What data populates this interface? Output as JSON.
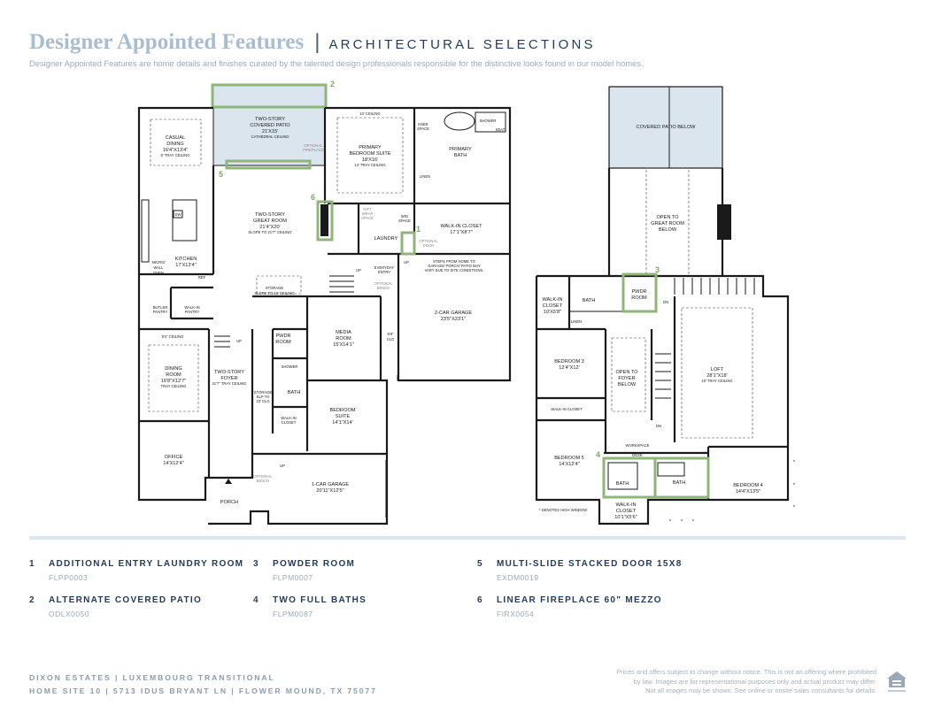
{
  "header": {
    "title": "Designer Appointed Features",
    "separator": "|",
    "subtitle": "ARCHITECTURAL SELECTIONS",
    "tagline": "Designer Appointed Features are home details and finishes curated by the talented design professionals responsible for the distinctive looks found in our model homes."
  },
  "colors": {
    "highlight": "#8fb57a",
    "patio_fill": "#dbe5ee",
    "wall": "#1a1a1a",
    "navy": "#1f3a5a"
  },
  "plan_labels": {
    "patio": [
      "TWO-STORY",
      "COVERED PATIO",
      "21'X15'",
      "CATHEDRAL CEILING"
    ],
    "optional_fireplace": [
      "OPTIONAL",
      "FIREPLACE"
    ],
    "casual_dining": [
      "CASUAL",
      "DINING",
      "16'4\"X13'4\"",
      "9' TRAY CEILING"
    ],
    "ceiling_13": "13' CEILING",
    "primary_suite": [
      "PRIMARY",
      "BEDROOM SUITE",
      "18'X16'",
      "14' TRAY CEILING"
    ],
    "knee_space": [
      "KNEE",
      "SPACE"
    ],
    "shower": "SHOWER",
    "seat": "SEAT",
    "primary_bath": [
      "PRIMARY",
      "BATH"
    ],
    "linen": "LINEN",
    "great_room": [
      "TWO-STORY",
      "GREAT ROOM",
      "21'4\"X20'",
      "SLOPE TO 21'7\" CEILING"
    ],
    "dw": "DW",
    "gift_wrap": [
      "GIFT",
      "WRAP",
      "SPACE"
    ],
    "wd_space": [
      "W/D",
      "SPACE"
    ],
    "walk_in_closet": [
      "WALK-IN CLOSET",
      "17'1\"X8'7\""
    ],
    "laundry": "LAUNDRY",
    "optional_door": [
      "OPTIONAL",
      "DOOR"
    ],
    "kitchen": [
      "KITCHEN",
      "17'X13'4\""
    ],
    "micro": [
      "MICRO/",
      "WALL",
      "OVEN"
    ],
    "ref": "REF",
    "storage_top": [
      "STORAGE",
      "SLOPE TO 10' CEILING"
    ],
    "up": "UP",
    "everyday": [
      "EVERYDAY",
      "ENTRY"
    ],
    "optional_bench": [
      "OPTIONAL",
      "BENCH"
    ],
    "steps_note": [
      "STEPS FROM HOME TO",
      "GARAGE/ PORCH/ PATIO MAY",
      "VARY DUE TO SITE CONDITIONS."
    ],
    "butler": [
      "BUTLER",
      "PANTRY"
    ],
    "walk_in_pantry": [
      "WALK-IN",
      "PANTRY"
    ],
    "garage2": [
      "2-CAR GARAGE",
      "23'5\"X23'1\""
    ],
    "ceiling_94": "9'4\" CEILING",
    "pwdr": [
      "PWDR",
      "ROOM"
    ],
    "media": [
      "MEDIA",
      "ROOM",
      "15'X14'1\""
    ],
    "clg_88": [
      "8'8\"",
      "CLG"
    ],
    "dining": [
      "DINING",
      "ROOM",
      "16'8\"X12'7\"",
      "TRAY CEILING"
    ],
    "foyer": [
      "TWO-STORY",
      "FOYER",
      "21'7\" TRAY CEILING"
    ],
    "storage_mid": [
      "STORAGE",
      "SLP TO",
      "10' CLG"
    ],
    "bath": "BATH",
    "walk_in_closet_small": [
      "WALK-IN",
      "CLOSET"
    ],
    "bedroom_suite": [
      "BEDROOM",
      "SUITE",
      "14'1\"X14'"
    ],
    "office": [
      "OFFICE",
      "14'X12'4\""
    ],
    "bench_small": [
      "OPTIONAL",
      "BENCH"
    ],
    "garage1": [
      "1-CAR GARAGE",
      "20'11\"X12'5\""
    ],
    "porch": "PORCH",
    "covered_patio_below": "COVERED PATIO BELOW",
    "open_great": [
      "OPEN TO",
      "GREAT ROOM",
      "BELOW"
    ],
    "walk_in_closet2": [
      "WALK-IN",
      "CLOSET",
      "10'X5'8\""
    ],
    "pwdr2": [
      "PWDR",
      "ROOM"
    ],
    "dn": "DN",
    "bedroom3": [
      "BEDROOM 3",
      "12'4\"X12'"
    ],
    "open_foyer": [
      "OPEN TO",
      "FOYER",
      "BELOW"
    ],
    "loft": [
      "LOFT",
      "28'1\"X18'",
      "10' TRAY CEILING"
    ],
    "walk_in_closet3": "WALK-IN CLOSET",
    "workspace": "WORKSPACE",
    "desk": "DESK",
    "bedroom5": [
      "BEDROOM 5",
      "14'X12'4\""
    ],
    "bedroom4": [
      "BEDROOM 4",
      "14'4\"X13'5\""
    ],
    "walk_in_closet4": [
      "WALK-IN",
      "CLOSET",
      "10'1\"X5'6\""
    ],
    "high_window": "* DENOTES HIGH WINDOW",
    "star": "*",
    "markers": [
      "1",
      "2",
      "3",
      "4",
      "5",
      "6"
    ]
  },
  "features": [
    {
      "num": "1",
      "name": "ADDITIONAL ENTRY LAUNDRY ROOM",
      "code": "FLPP0003"
    },
    {
      "num": "2",
      "name": "ALTERNATE COVERED PATIO",
      "code": "ODLX0050"
    },
    {
      "num": "3",
      "name": "POWDER ROOM",
      "code": "FLPM0007"
    },
    {
      "num": "4",
      "name": "TWO FULL BATHS",
      "code": "FLPM0087"
    },
    {
      "num": "5",
      "name": "MULTI-SLIDE STACKED DOOR 15X8",
      "code": "EXDM0019"
    },
    {
      "num": "6",
      "name": "LINEAR FIREPLACE 60\" MEZZO",
      "code": "FIRX0054"
    }
  ],
  "footer": {
    "line1": "DIXON ESTATES  |  LUXEMBOURG TRANSITIONAL",
    "line2": "HOME SITE 10  |  5713 IDUS BRYANT LN  |  FLOWER MOUND, TX 75077",
    "disclaimer1": "Prices and offers subject to change without notice. This is not an offering where prohibited",
    "disclaimer2": "by law. Images are for representational purposes only and actual product may differ.",
    "disclaimer3": "Not all images may be shown. See online or onsite sales consultants for details."
  }
}
